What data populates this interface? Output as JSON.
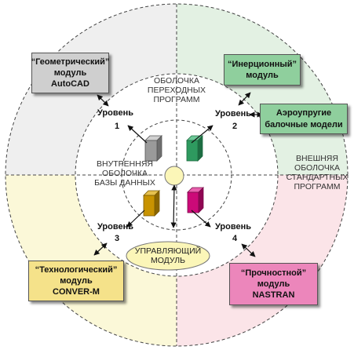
{
  "colors": {
    "top_left": "#efefef",
    "top_right": "#e3f1e3",
    "bottom_left": "#fbf8d8",
    "bottom_right": "#fbe4e8",
    "center_dot": "#fbf6b8",
    "control_oval": "#fbf6b8",
    "cube_gray": "#9a9a9a",
    "cube_green": "#2e9a5f",
    "cube_gold": "#c89300",
    "cube_magenta": "#cc0a78"
  },
  "shells": {
    "transitional": [
      "ОБОЛОЧКА",
      "ПЕРЕХОДНЫХ",
      "ПРОГРАММ"
    ],
    "inner": [
      "ВНУТРЕННЯЯ",
      "ОБОЛОЧКА",
      "БАЗЫ ДАННЫХ"
    ],
    "external": [
      "ВНЕШНЯЯ",
      "ОБОЛОЧКА",
      "СТАНДАРТНЫХ",
      "ПРОГРАММ"
    ]
  },
  "control_module": [
    "УПРАВЛЯЮЩИЙ",
    "МОДУЛЬ"
  ],
  "levels": [
    {
      "label": "Уровень",
      "number": "1"
    },
    {
      "label": "Уровень",
      "number": "2"
    },
    {
      "label": "Уровень",
      "number": "3"
    },
    {
      "label": "Уровень",
      "number": "4"
    }
  ],
  "modules": {
    "geometric": {
      "lines": [
        "“Геометрический”",
        "модуль",
        "AutoCAD"
      ],
      "color": "#cfcfcf"
    },
    "inertial": {
      "lines": [
        "“Инерционный”",
        "модуль"
      ],
      "color": "#8fcf9d"
    },
    "aeroelastic": {
      "lines": [
        "Аэроупругие",
        "балочные модели"
      ],
      "color": "#8fcf9d"
    },
    "technological": {
      "lines": [
        "“Технологический”",
        "модуль",
        "CONVER-M"
      ],
      "color": "#f5e28a"
    },
    "strength": {
      "lines": [
        "“Прочностной”",
        "модуль",
        "NASTRAN"
      ],
      "color": "#ec86bb"
    }
  }
}
